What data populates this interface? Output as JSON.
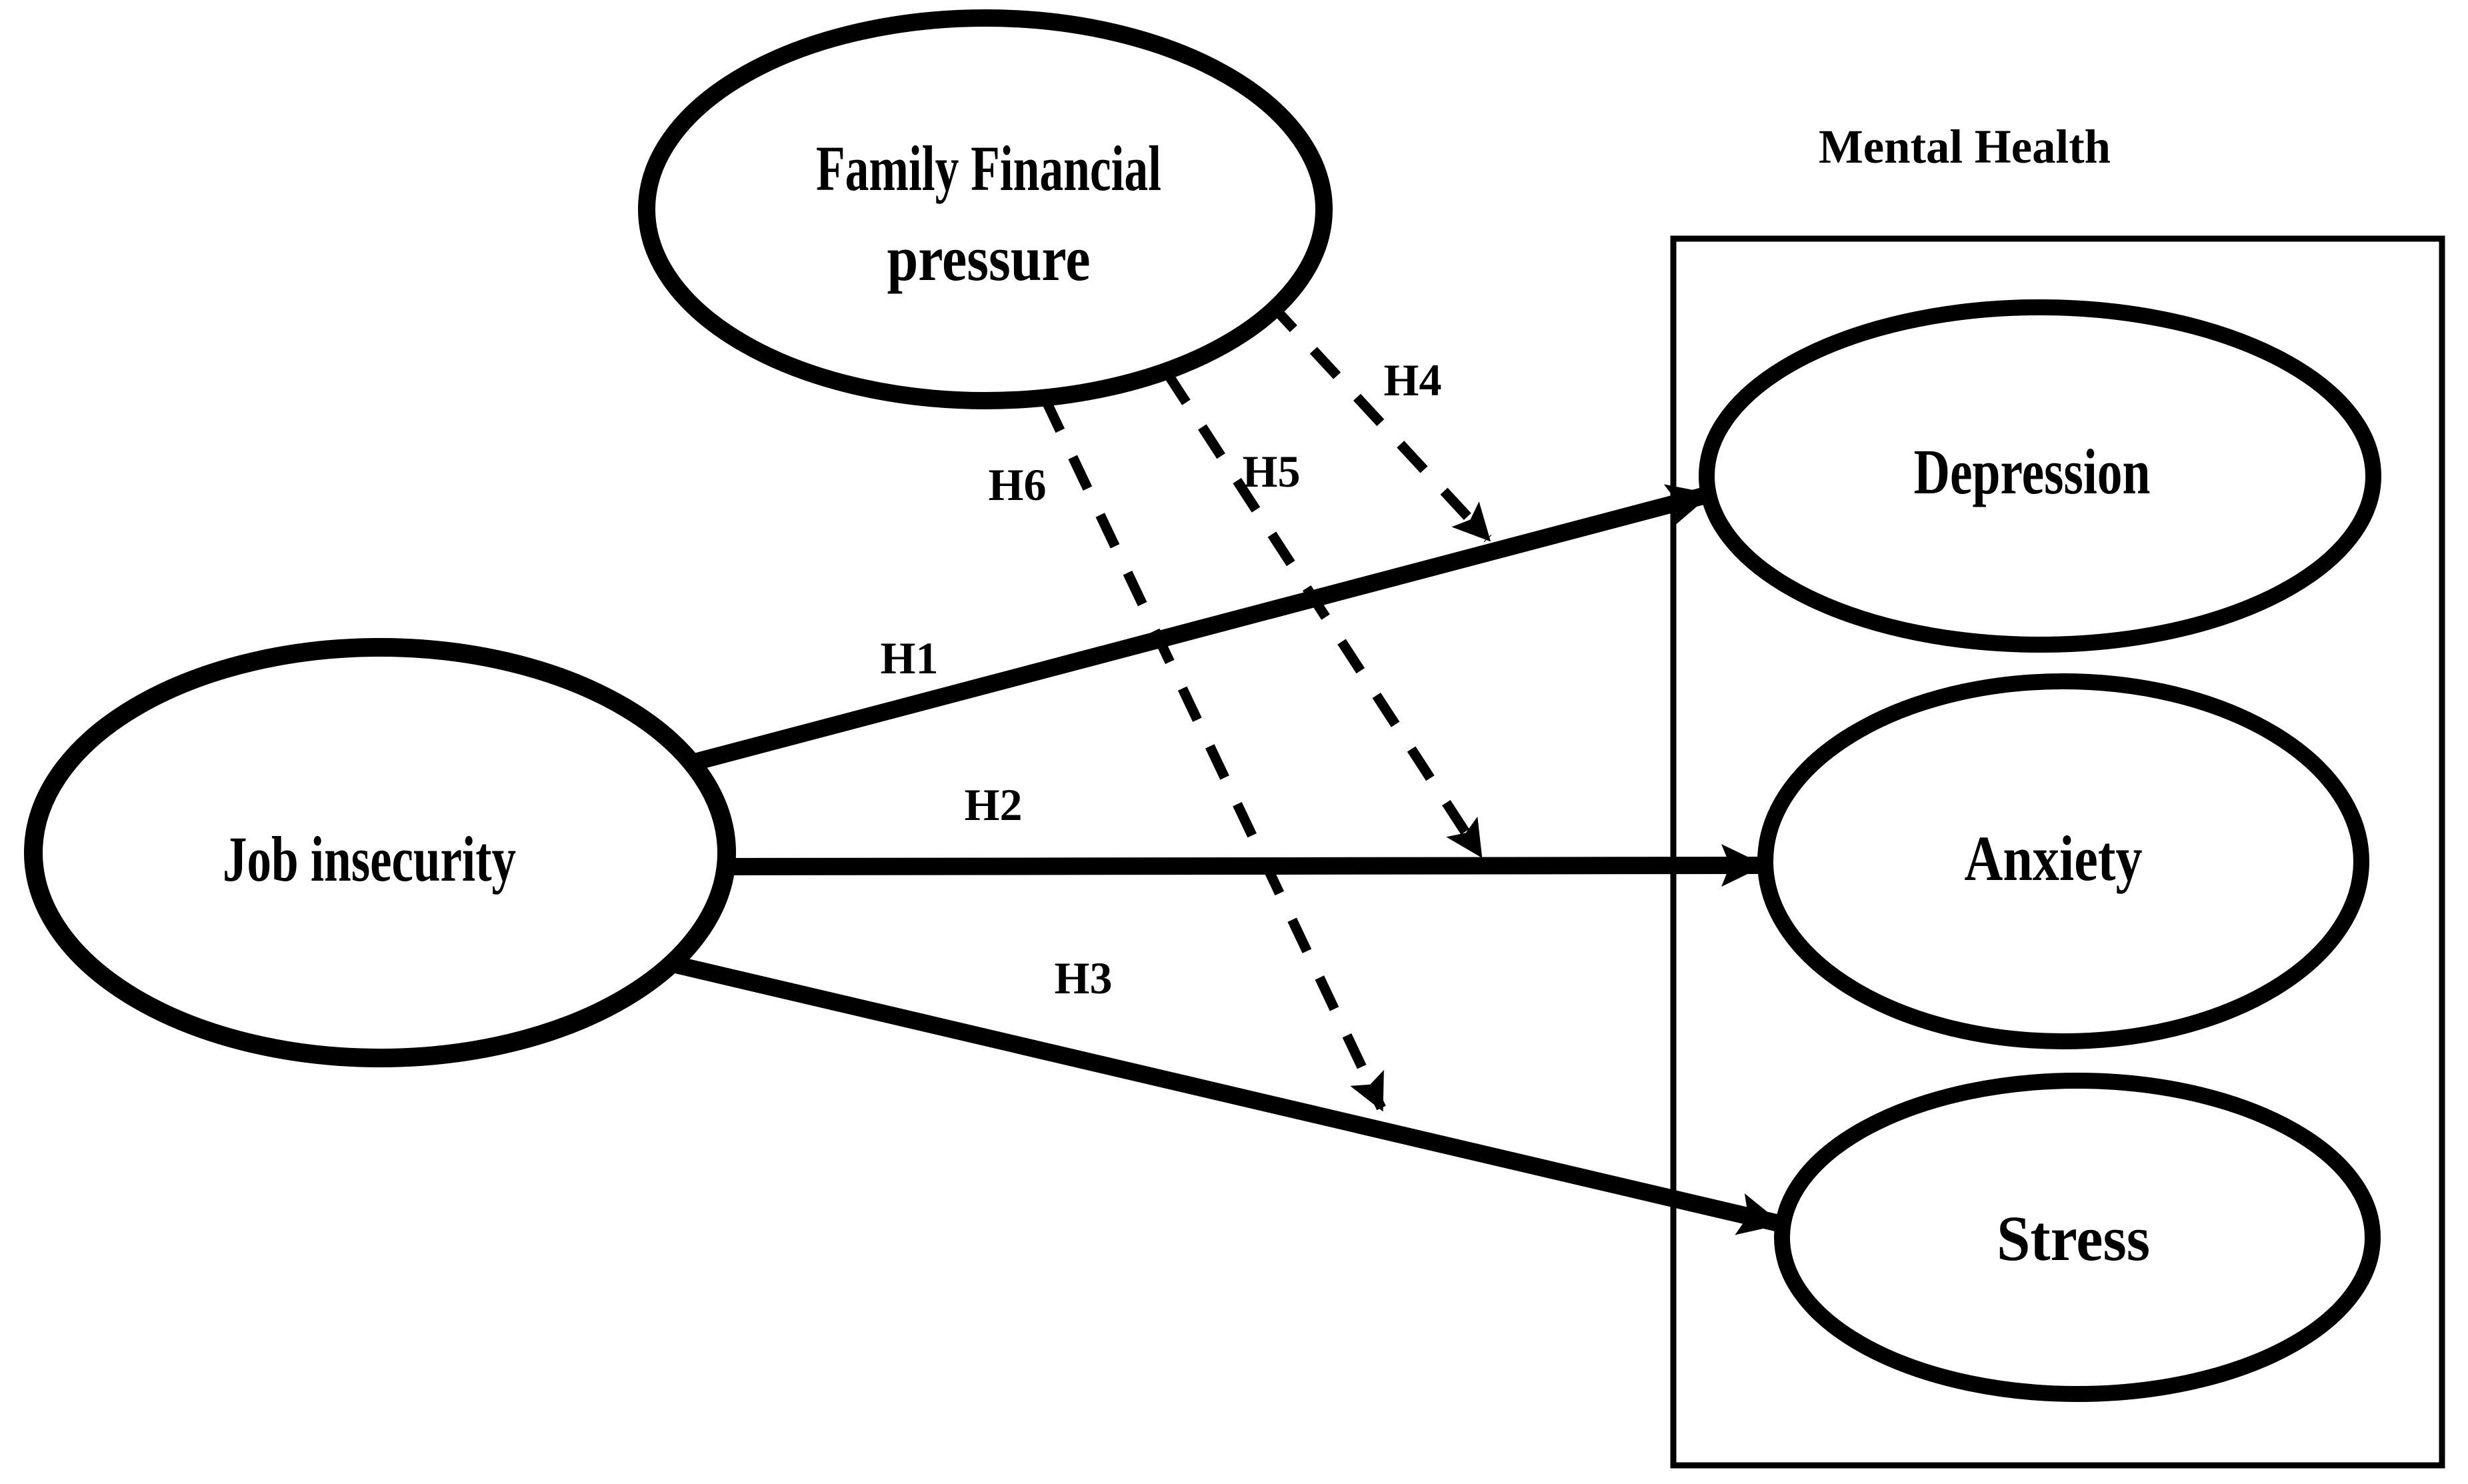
{
  "title": {
    "text": "Mental Health"
  },
  "nodes": {
    "ffp": {
      "line1": "Family Financial",
      "line2": "pressure"
    },
    "job": {
      "label": "Job insecurity"
    },
    "dep": {
      "label": "Depression"
    },
    "anx": {
      "label": "Anxiety"
    },
    "str": {
      "label": "Stress"
    }
  },
  "hypotheses": {
    "h1": {
      "label": "H1",
      "from": "Job insecurity",
      "to": "Depression",
      "line_style": "solid"
    },
    "h2": {
      "label": "H2",
      "from": "Job insecurity",
      "to": "Anxiety",
      "line_style": "solid"
    },
    "h3": {
      "label": "H3",
      "from": "Job insecurity",
      "to": "Stress",
      "line_style": "solid"
    },
    "h4": {
      "label": "H4",
      "from": "Family Financial pressure",
      "to": "path H1 (Job insecurity to Depression)",
      "line_style": "dashed"
    },
    "h5": {
      "label": "H5",
      "from": "Family Financial pressure",
      "to": "path H2 (Job insecurity to Anxiety)",
      "line_style": "dashed"
    },
    "h6": {
      "label": "H6",
      "from": "Family Financial pressure",
      "to": "path H3 (Job insecurity to Stress)",
      "line_style": "dashed"
    }
  },
  "colors": {
    "ink": "#000000",
    "background": "#ffffff"
  }
}
